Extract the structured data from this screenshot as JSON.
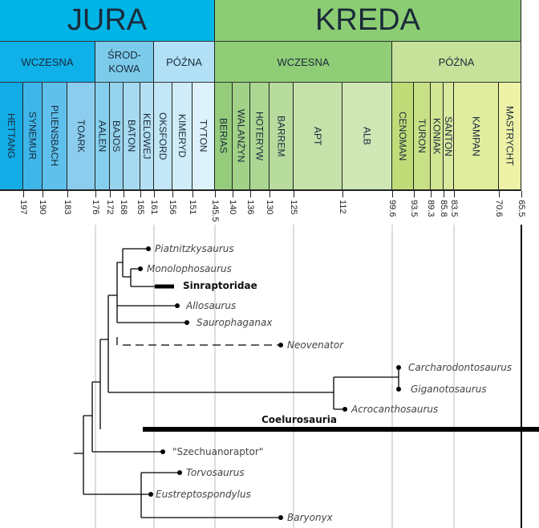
{
  "periods": [
    {
      "label": "JURA",
      "color": "#00b4e6"
    },
    {
      "label": "KREDA",
      "color": "#8ccd73"
    }
  ],
  "epochs": [
    {
      "label": "WCZESNA",
      "color": "#10b0e8"
    },
    {
      "label": "ŚROD-\nKOWA",
      "color": "#7ccbea"
    },
    {
      "label": "PÓŹNA",
      "color": "#b2e1f7"
    },
    {
      "label": "WCZESNA",
      "color": "#8fcd77"
    },
    {
      "label": "PÓŹNA",
      "color": "#c6e29a"
    }
  ],
  "stages": [
    "HETTANG",
    "SYNEMUR",
    "PLIENSBACH",
    "TOARK",
    "AALEN",
    "BAJOS",
    "BATON",
    "KELOWEJ",
    "OKSFORD",
    "KIMERYD",
    "TYTON",
    "BERIAS",
    "WALANŻYN",
    "HOTERYW",
    "BARREM",
    "APT",
    "ALB",
    "CENOMAN",
    "TURON",
    "KONIAK",
    "SANTON",
    "KAMPAN",
    "MASTRYCHT"
  ],
  "ticks": [
    "197",
    "190",
    "183",
    "176",
    "172",
    "168",
    "165",
    "161",
    "156",
    "151",
    "145.5",
    "140",
    "136",
    "130",
    "125",
    "112",
    "99.6",
    "93.5",
    "89.3",
    "85.8",
    "83.5",
    "70.6",
    "65.5"
  ],
  "taxa": {
    "piatnitzkysaurus": "Piatnitzkysaurus",
    "monolophosaurus": "Monolophosaurus",
    "sinraptoridae": "Sinraptoridae",
    "allosaurus": "Allosaurus",
    "saurophaganax": "Saurophaganax",
    "neovenator": "Neovenator",
    "carcharodontosaurus": "Carcharodontosaurus",
    "giganotosaurus": "Giganotosaurus",
    "acrocanthosaurus": "Acrocanthosaurus",
    "coelurosauria": "Coelurosauria",
    "szechuanoraptor": "\"Szechuanoraptor\"",
    "torvosaurus": "Torvosaurus",
    "eustreptospondylus": "Eustreptospondylus",
    "baryonyx": "Baryonyx"
  }
}
